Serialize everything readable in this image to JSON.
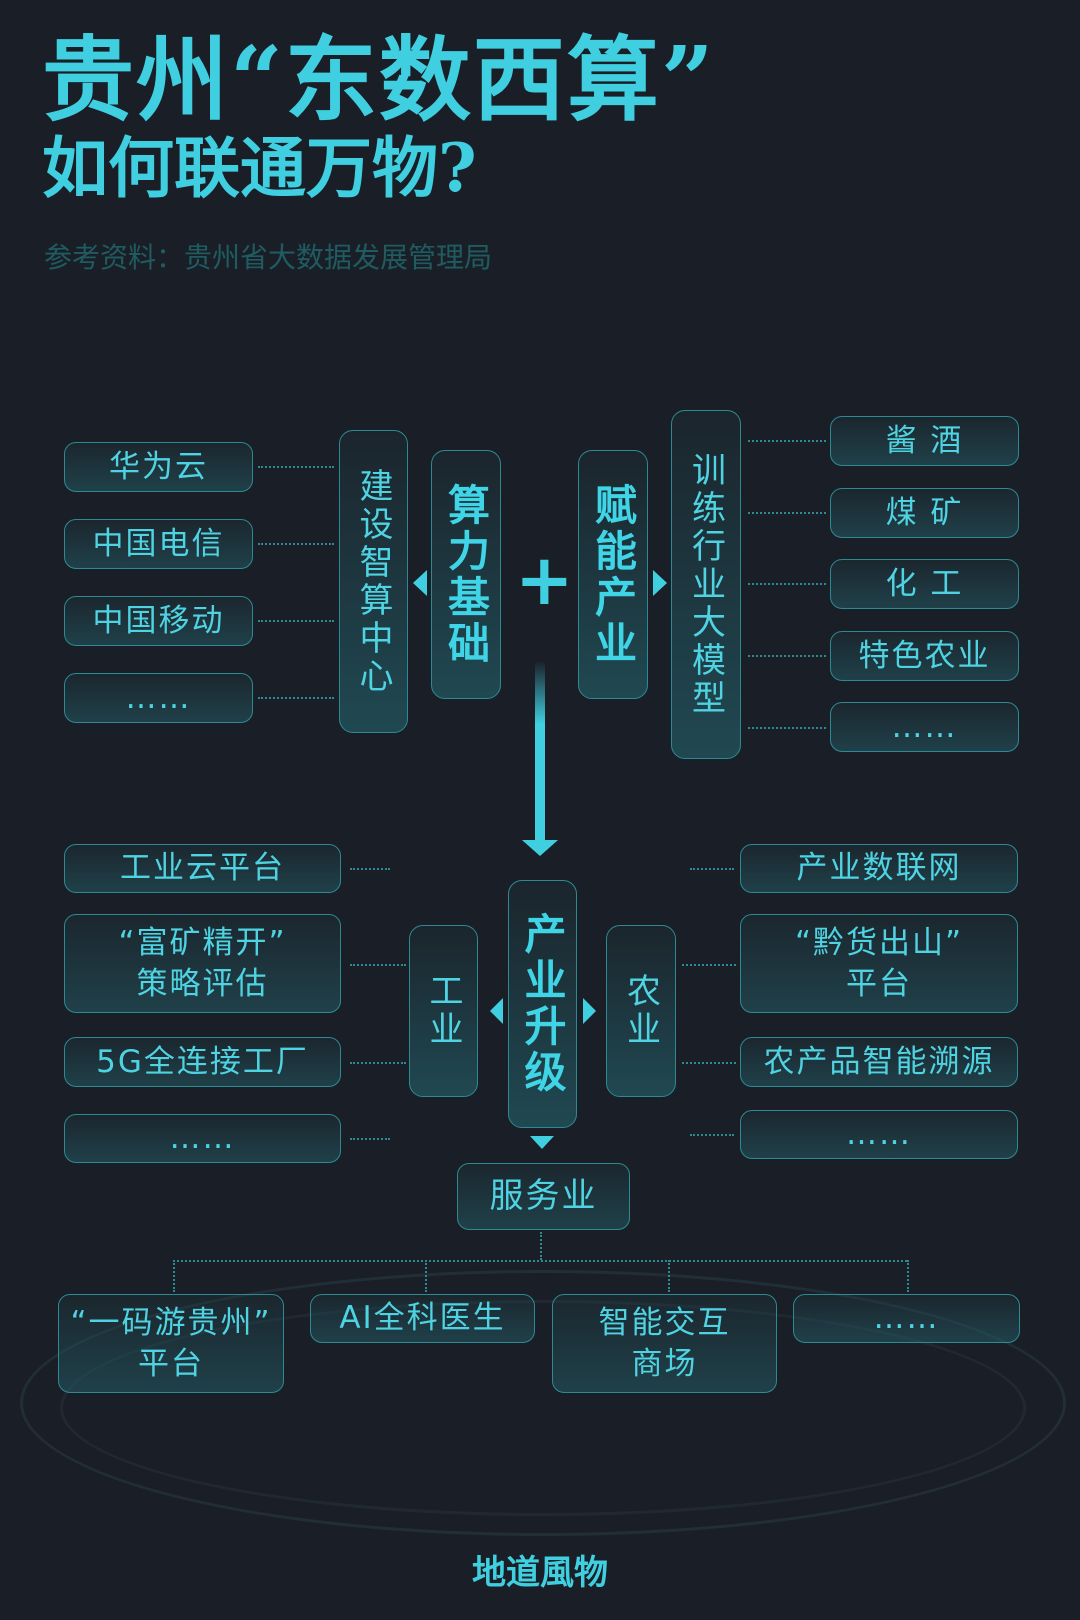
{
  "title": {
    "line1": "贵州“东数西算”",
    "line2": "如何联通万物?",
    "source": "参考资料：贵州省大数据发展管理局"
  },
  "top": {
    "left_items": [
      "华为云",
      "中国电信",
      "中国移动",
      "……"
    ],
    "build": "建设智算中心",
    "compute": "算力基础",
    "plus": "+",
    "empower": "赋能产业",
    "train": "训练行业大模型",
    "right_items": [
      "酱 酒",
      "煤 矿",
      "化 工",
      "特色农业",
      "……"
    ]
  },
  "middle": {
    "industry_items": [
      "工业云平台",
      "“富矿精开”\n策略评估",
      "5G全连接工厂",
      "……"
    ],
    "industry": "工业",
    "upgrade": "产业升级",
    "agri": "农业",
    "agri_items": [
      "产业数联网",
      "“黔货出山”\n平台",
      "农产品智能溯源",
      "……"
    ],
    "service": "服务业"
  },
  "bottom": {
    "items": [
      "“一码游贵州”\n平台",
      "AI全科医生",
      "智能交互\n商场",
      "……"
    ]
  },
  "footer": {
    "logo": "地道風物"
  },
  "colors": {
    "accent": "#3fcfe0",
    "background": "#1a1f27",
    "border": "#2d8a93"
  }
}
